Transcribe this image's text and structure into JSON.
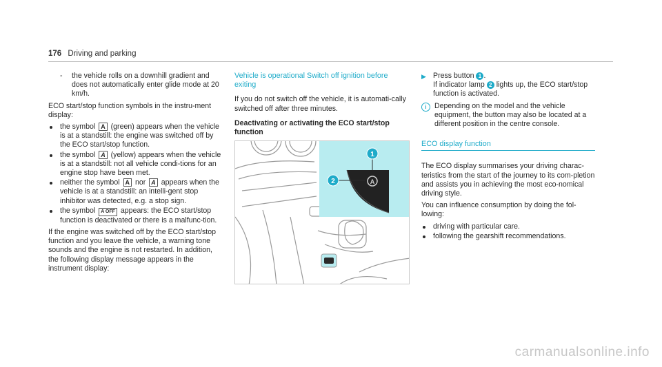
{
  "header": {
    "page_number": "176",
    "section": "Driving and parking"
  },
  "col1": {
    "dash_item": "the vehicle rolls on a downhill gradient and does not automatically enter glide mode at 20 km/h.",
    "intro": "ECO start/stop function symbols in the instru-ment display:",
    "bullet1_a": "the symbol",
    "bullet1_b": "(green) appears when the vehicle is at a standstill: the engine was switched off by the ECO start/stop function.",
    "bullet2_a": "the symbol",
    "bullet2_b": "(yellow) appears when the vehicle is at a standstill: not all vehicle condi-tions for an engine stop have been met.",
    "bullet3_a": "neither the symbol",
    "bullet3_b": "nor",
    "bullet3_c": "appears when the vehicle is at a standstill: an intelli-gent stop inhibitor was detected, e.g. a stop sign.",
    "bullet4_a": "the symbol",
    "bullet4_b": "appears: the ECO start/stop function is deactivated or there is a malfunc-tion.",
    "paragraph": "If the engine was switched off by the ECO start/stop function and you leave the vehicle, a warning tone sounds and the engine is not restarted. In addition, the following display message appears in the instrument display:",
    "sym_a": "A",
    "sym_a_off": "A OFF"
  },
  "col2": {
    "heading": "Vehicle is operational Switch off ignition before exiting",
    "paragraph": "If you do not switch off the vehicle, it is automati-cally switched off after three minutes.",
    "subheading": "Deactivating or activating the ECO start/stop function"
  },
  "figure": {
    "callout1": "1",
    "callout2": "2"
  },
  "col3": {
    "step_a": "Press button",
    "step_b": ".",
    "step_c": "If indicator lamp",
    "step_d": "lights up, the ECO start/stop function is activated.",
    "note": "Depending on the model and the vehicle equipment, the button may also be located at a different position in the centre console.",
    "section_title": "ECO display function",
    "paragraph1": "The ECO display summarises your driving charac-teristics from the start of the journey to its com-pletion and assists you in achieving the most eco-nomical driving style.",
    "paragraph2": "You can influence consumption by doing the fol-lowing:",
    "bullets": [
      "driving with particular care.",
      "following the gearshift recommendations."
    ],
    "num1": "1",
    "num2": "2"
  },
  "watermark": "carmanualsonline.info",
  "colors": {
    "accent": "#1eabc9",
    "text": "#2a2a2a",
    "highlight": "#b8ecf0"
  }
}
